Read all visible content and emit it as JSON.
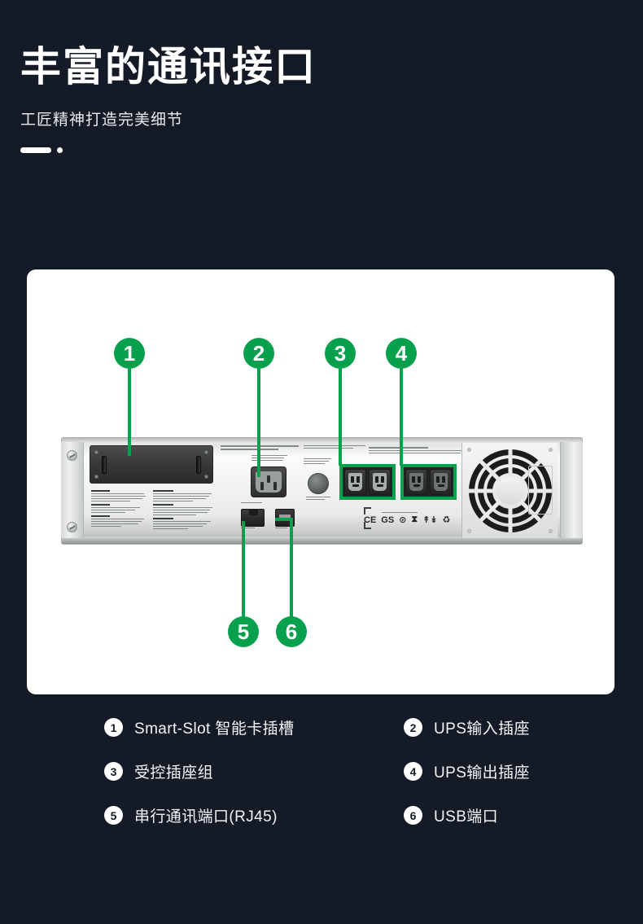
{
  "header": {
    "title": "丰富的通讯接口",
    "subtitle": "工匠精神打造完美细节"
  },
  "callouts": [
    {
      "id": "1",
      "label": "1"
    },
    {
      "id": "2",
      "label": "2"
    },
    {
      "id": "3",
      "label": "3"
    },
    {
      "id": "4",
      "label": "4"
    },
    {
      "id": "5",
      "label": "5"
    },
    {
      "id": "6",
      "label": "6"
    }
  ],
  "legend": [
    {
      "num": "1",
      "text": "Smart-Slot 智能卡插槽"
    },
    {
      "num": "2",
      "text": "UPS输入插座"
    },
    {
      "num": "3",
      "text": "受控插座组"
    },
    {
      "num": "4",
      "text": "UPS输出插座"
    },
    {
      "num": "5",
      "text": "串行通讯端口(RJ45)"
    },
    {
      "num": "6",
      "text": "USB端口"
    }
  ],
  "product": {
    "certs": [
      "CE",
      "GS",
      "⊙",
      "⧗",
      "↟↡",
      "♻"
    ]
  },
  "colors": {
    "background": "#151b26",
    "accent_green": "#07a14e",
    "card": "#ffffff",
    "text": "#f2f4f6"
  }
}
